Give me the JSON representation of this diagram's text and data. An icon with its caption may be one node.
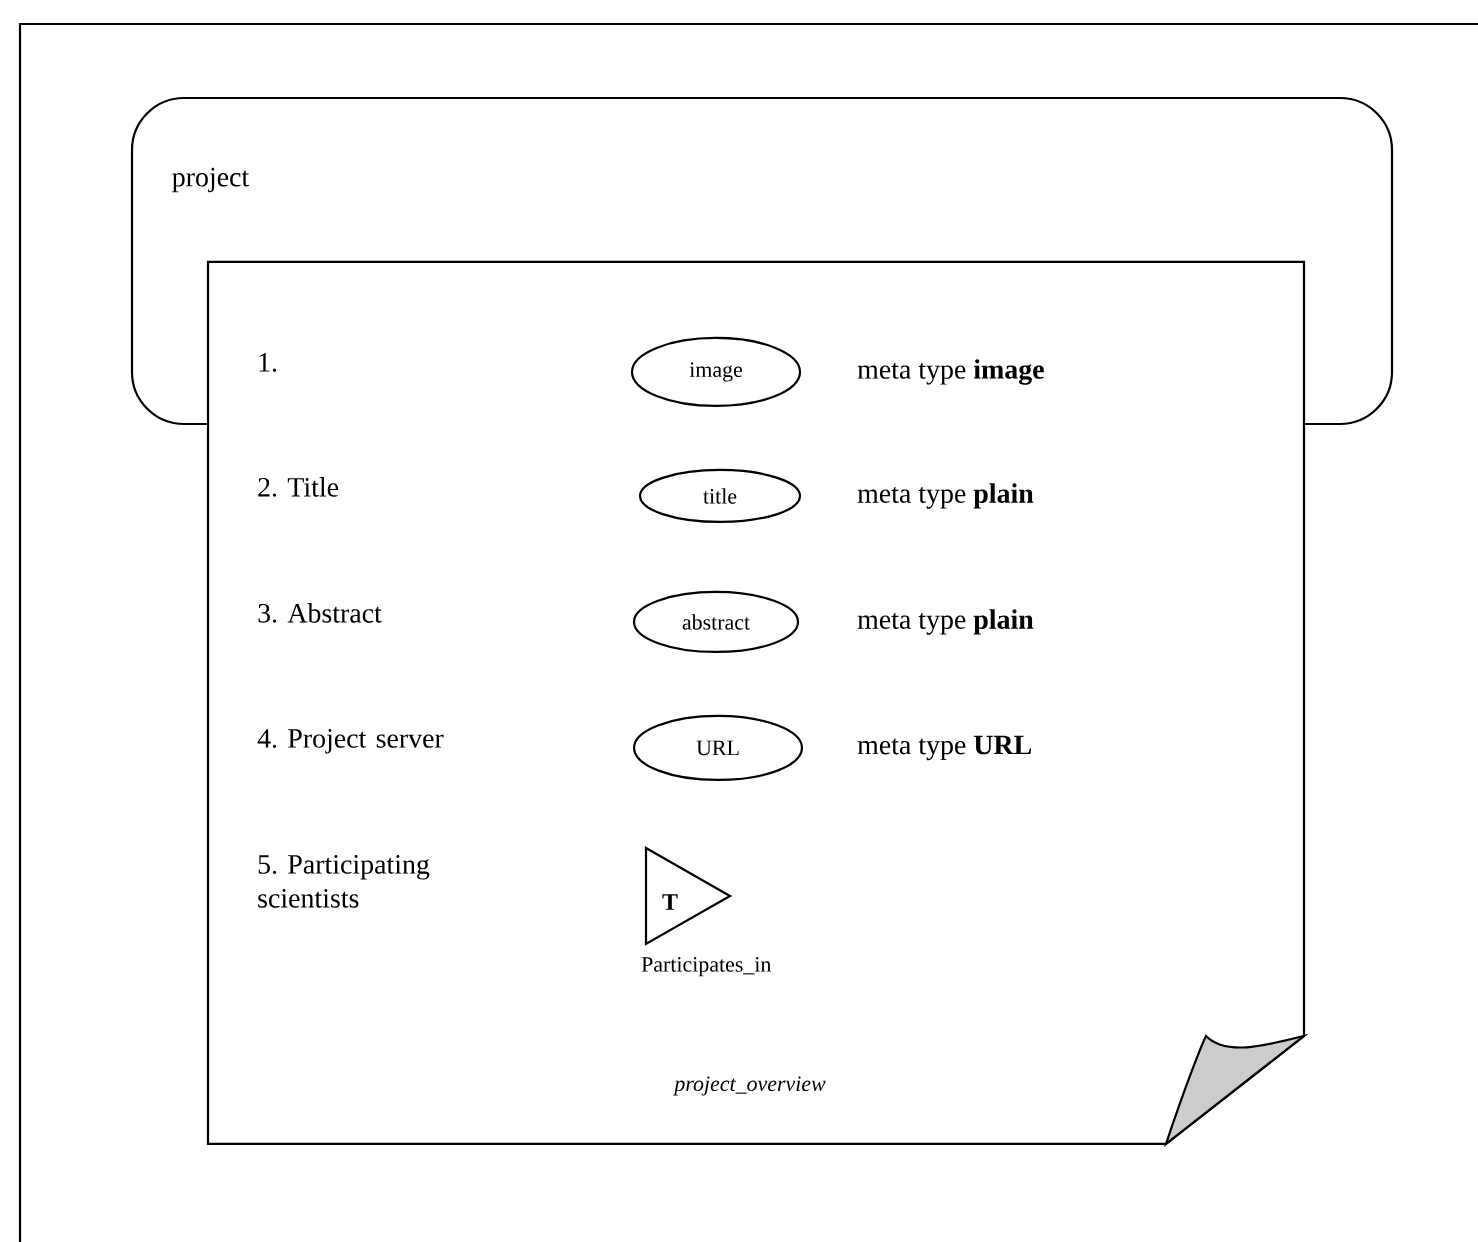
{
  "diagram": {
    "nodes": [
      {
        "text": [
          "project"
        ]
      },
      {
        "text": [
          "project_overview"
        ]
      },
      {
        "text": [
          "image"
        ]
      },
      {
        "text": [
          "title"
        ],
        "in": 1
      },
      {
        "text": [
          "abstract"
        ],
        "in": 1
      },
      {
        "text": [
          "URL"
        ],
        "in": 1
      },
      {
        "text": [
          "T"
        ],
        "in": 1,
        "beside": [
          "Participates_in"
        ]
      }
    ],
    "labels": [
      "1.",
      "meta type **image**",
      "2. Title",
      "meta type **plain**",
      "3. Abstract",
      "meta type **plain**",
      "4. Project server",
      "meta type **URL**",
      "5. Participating scientists"
    ]
  }
}
